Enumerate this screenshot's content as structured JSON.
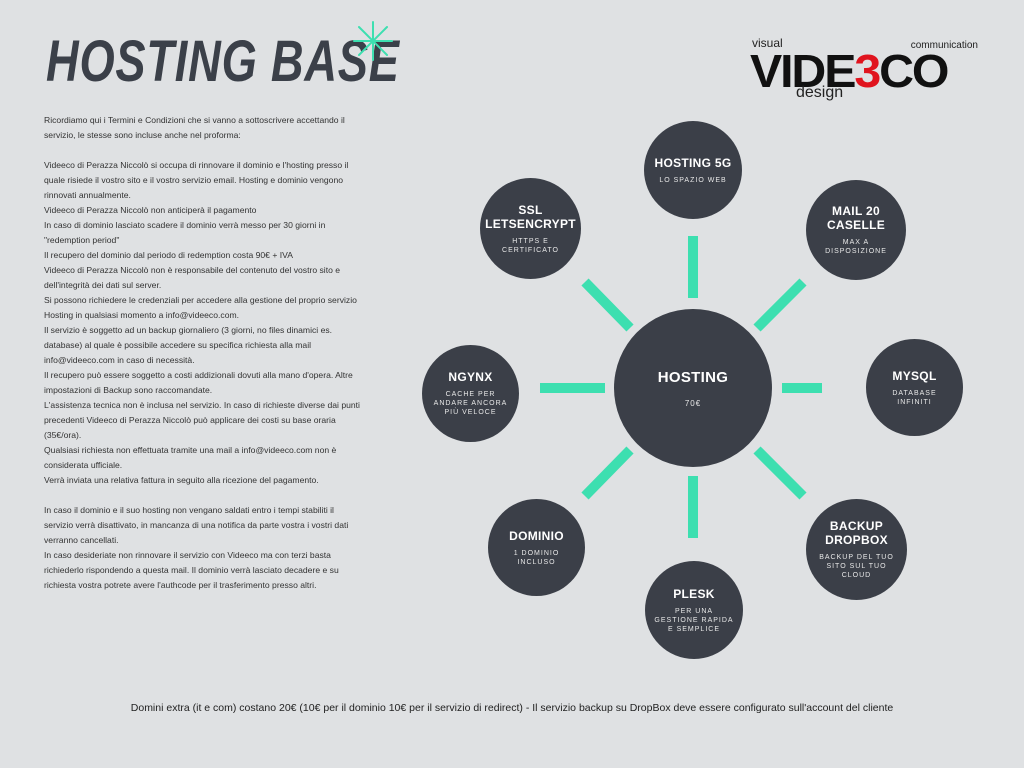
{
  "title": "HOSTING BASE",
  "logo": {
    "top_left": "visual",
    "main_a": "VIDE",
    "main_b": "3",
    "main_c": "CO",
    "top_right": "communication",
    "bottom": "design"
  },
  "terms": [
    "Ricordiamo qui i Termini e Condizioni che si vanno a sottoscrivere accettando il servizio, le stesse sono incluse anche nel proforma:",
    "Videeco di Perazza Niccolò si occupa di rinnovare il dominio e l'hosting presso il quale risiede il vostro sito e il vostro servizio email. Hosting e dominio vengono rinnovati annualmente.",
    "Videeco di Perazza Niccolò non anticiperà il pagamento",
    "In caso di dominio lasciato scadere il dominio verrà messo per 30 giorni in \"redemption period\"",
    "Il recupero del dominio dal periodo di redemption costa 90€ + IVA",
    "Videeco di Perazza Niccolò non è responsabile del contenuto del vostro sito e dell'integrità dei dati sul server.",
    "Si possono richiedere le credenziali per accedere alla gestione del proprio servizio Hosting in qualsiasi momento a info@videeco.com.",
    "Il servizio è soggetto ad un backup giornaliero (3 giorni, no files dinamici es. database) al quale è possibile accedere su specifica richiesta alla mail info@videeco.com in caso di necessità.",
    "Il recupero può essere soggetto a costi addizionali dovuti alla mano d'opera. Altre impostazioni di Backup sono raccomandate.",
    "L'assistenza tecnica non è inclusa nel servizio. In caso di richieste diverse dai punti precedenti Videeco di Perazza Niccolò può applicare dei costi su base oraria (35€/ora).",
    "Qualsiasi richiesta non effettuata tramite una mail a info@videeco.com non è considerata ufficiale.",
    "Verrà inviata una relativa fattura in seguito alla ricezione del pagamento.",
    "In caso il dominio e il suo hosting non vengano saldati entro i tempi stabiliti il servizio verrà disattivato, in mancanza di una notifica da parte vostra i vostri dati verranno cancellati.",
    "In caso desideriate non rinnovare il servizio con Videeco ma con terzi basta richiederlo rispondendo a questa mail. Il dominio verrà lasciato decadere e su richiesta vostra potrete avere l'authcode per il trasferimento presso altri."
  ],
  "center": {
    "title": "HOSTING",
    "subtitle": "70€"
  },
  "services": [
    {
      "title": "HOSTING 5G",
      "subtitle": "LO SPAZIO WEB"
    },
    {
      "title": "MAIL 20 CASELLE",
      "subtitle": "MAX A DISPOSIZIONE"
    },
    {
      "title": "MYSQL",
      "subtitle": "DATABASE INFINITI"
    },
    {
      "title": "BACKUP DROPBOX",
      "subtitle": "BACKUP DEL TUO SITO SUL TUO CLOUD"
    },
    {
      "title": "PLESK",
      "subtitle": "PER UNA GESTIONE RAPIDA E SEMPLICE"
    },
    {
      "title": "DOMINIO",
      "subtitle": "1 DOMINIO INCLUSO"
    },
    {
      "title": "NGYNX",
      "subtitle": "CACHE PER ANDARE ANCORA PIÙ VELOCE"
    },
    {
      "title": "SSL LETSENCRYPT",
      "subtitle": "HTTPS E CERTIFICATO"
    }
  ],
  "footer": "Domini extra (it e com) costano 20€ (10€ per il dominio 10€ per il servizio di redirect) -  Il servizio backup su DropBox deve essere configurato sull'account del cliente",
  "colors": {
    "accent": "#3ddfb0",
    "node": "#3b3f48",
    "background": "#dfe1e3",
    "logo_red": "#e0141e"
  }
}
